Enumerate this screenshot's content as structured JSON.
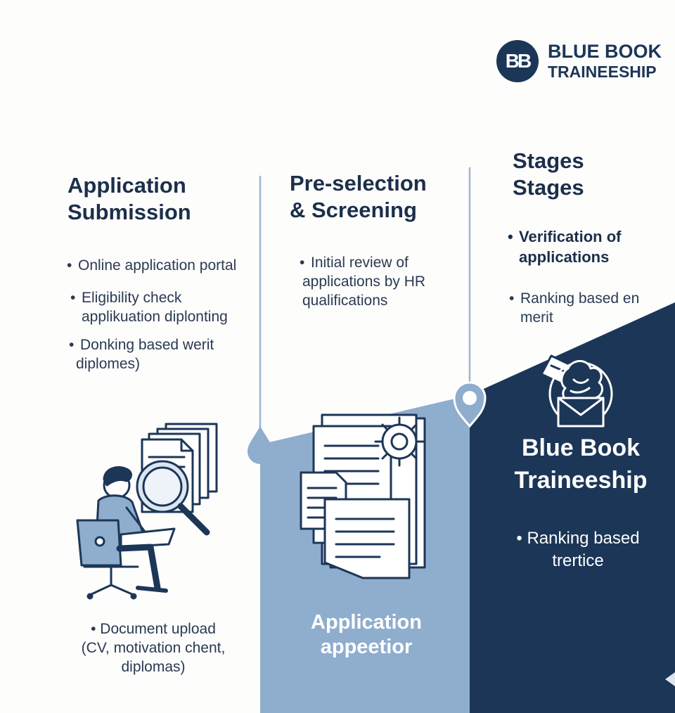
{
  "logo": {
    "mark": "BB",
    "line1": "BLUE BOOK",
    "line2": "TRAINEESHIP"
  },
  "columns": [
    {
      "title_lines": [
        "Application",
        "Submission"
      ],
      "bullets": [
        {
          "lines": [
            "Online application portal"
          ]
        },
        {
          "lines": [
            "Eligibility check",
            "applikuation diplonting"
          ]
        },
        {
          "lines": [
            "Donking based werit",
            "diplomes)"
          ]
        }
      ],
      "bottom_bullet": {
        "lines": [
          "Document upload",
          "(CV, motivation chent,",
          "diplomas)"
        ]
      }
    },
    {
      "title_lines": [
        "Pre-selection",
        "& Screening"
      ],
      "bullets": [
        {
          "lines": [
            "Initial review of",
            "applications by HR",
            "qualifications"
          ]
        }
      ],
      "panel_title_lines": [
        "Application",
        "appeetior"
      ]
    },
    {
      "title_lines": [
        "Stages",
        "Stages"
      ],
      "bullets": [
        {
          "lines": [
            "Verification of",
            "applications"
          ]
        },
        {
          "lines": [
            "Ranking based en",
            "merit"
          ]
        }
      ],
      "panel_title_lines": [
        "Blue Book",
        "Traineeship"
      ],
      "panel_bullet": {
        "lines": [
          "Ranking based",
          "trertice"
        ]
      }
    }
  ],
  "colors": {
    "navy": "#1c3657",
    "mid_blue": "#8fadcd",
    "divider": "#9fb6cf",
    "background": "#fdfdfc"
  },
  "icons": [
    "person-laptop-search-icon",
    "document-gear-icon",
    "envelope-brain-icon",
    "location-pin-icon"
  ]
}
